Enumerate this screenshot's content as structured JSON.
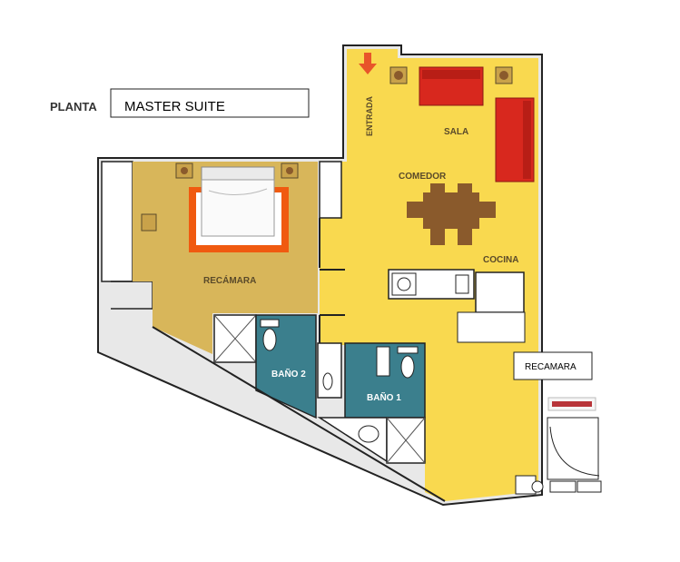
{
  "header": {
    "planta_label": "PLANTA",
    "suite_name": "MASTER SUITE"
  },
  "rooms": {
    "entrada": "ENTRADA",
    "sala": "SALA",
    "comedor": "COMEDOR",
    "cocina": "COCINA",
    "recamara_main": "RECÁMARA",
    "bano1": "BAÑO 1",
    "bano2": "BAÑO 2",
    "recamara_box": "RECAMARA"
  },
  "colors": {
    "living_floor": "#f9d94f",
    "bedroom_floor": "#d8b65a",
    "bath_floor": "#3b7f8d",
    "sofa": "#d8281e",
    "table": "#8a5a2c",
    "bed_frame": "#f05a10",
    "arrow": "#e8552a",
    "wall": "#222222"
  }
}
